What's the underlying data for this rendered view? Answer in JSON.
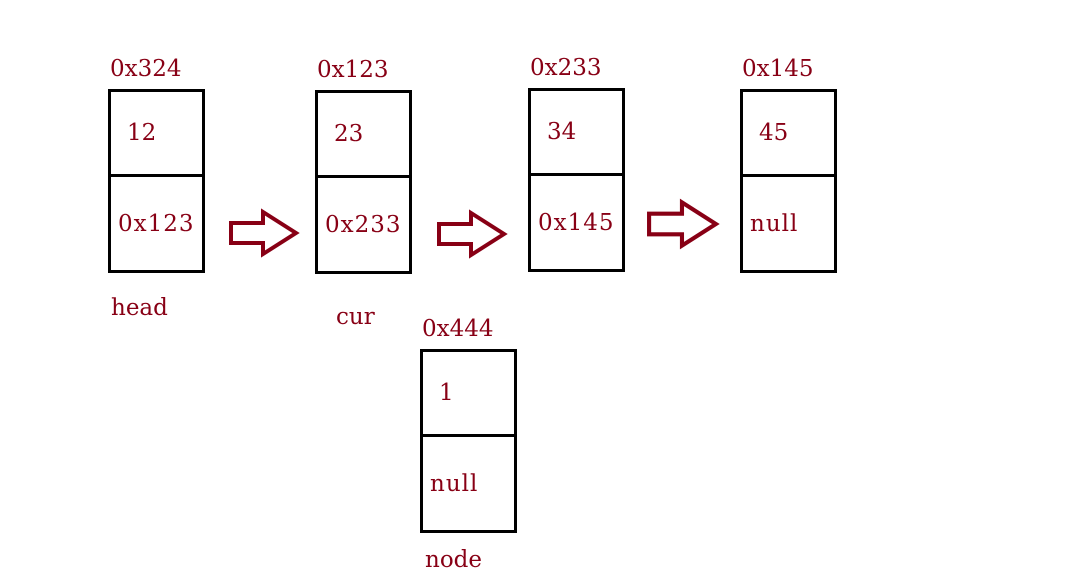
{
  "diagram": {
    "type": "linked-list",
    "background": "#ffffff",
    "accent_color": "#880015",
    "box_border_color": "#000000",
    "nodes": [
      {
        "address": "0x324",
        "value": "12",
        "next": "0x123",
        "label": "head"
      },
      {
        "address": "0x123",
        "value": "23",
        "next": "0x233",
        "label": "cur"
      },
      {
        "address": "0x233",
        "value": "34",
        "next": "0x145",
        "label": ""
      },
      {
        "address": "0x145",
        "value": "45",
        "next": "null",
        "label": ""
      },
      {
        "address": "0x444",
        "value": "1",
        "next": "null",
        "label": "node"
      }
    ],
    "arrows": [
      {
        "from": "0x324",
        "to": "0x123"
      },
      {
        "from": "0x123",
        "to": "0x233"
      },
      {
        "from": "0x233",
        "to": "0x145"
      }
    ]
  }
}
